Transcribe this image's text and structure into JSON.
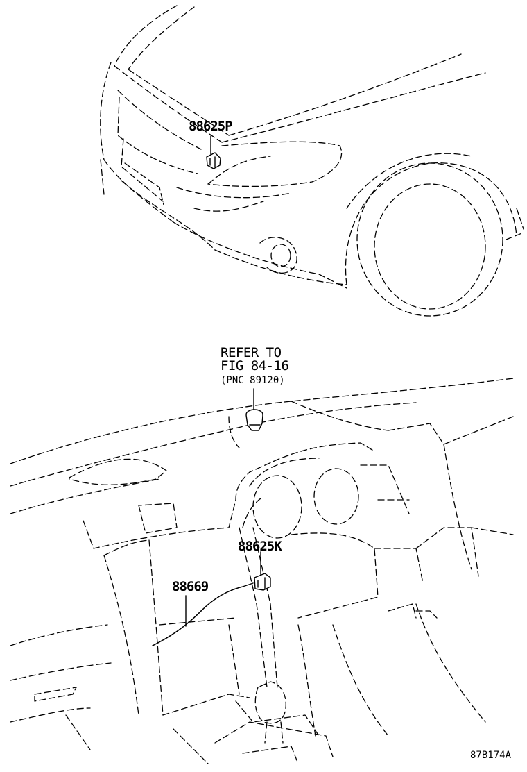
{
  "callouts": {
    "sensor_front": "88625P",
    "refer_line1": "REFER TO",
    "refer_line2": "FIG 84-16",
    "refer_line3": "(PNC 89120)",
    "sensor_cabin": "88625K",
    "hose": "88669"
  },
  "figure_code": "87B174A"
}
